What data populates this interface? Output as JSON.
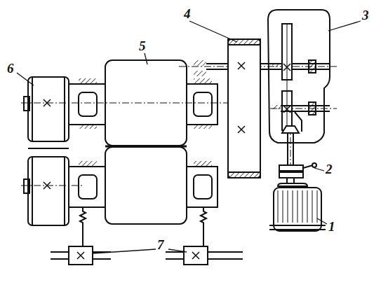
{
  "diagram": {
    "labels": [
      "6",
      "5",
      "4",
      "3",
      "2",
      "1",
      "7"
    ]
  }
}
